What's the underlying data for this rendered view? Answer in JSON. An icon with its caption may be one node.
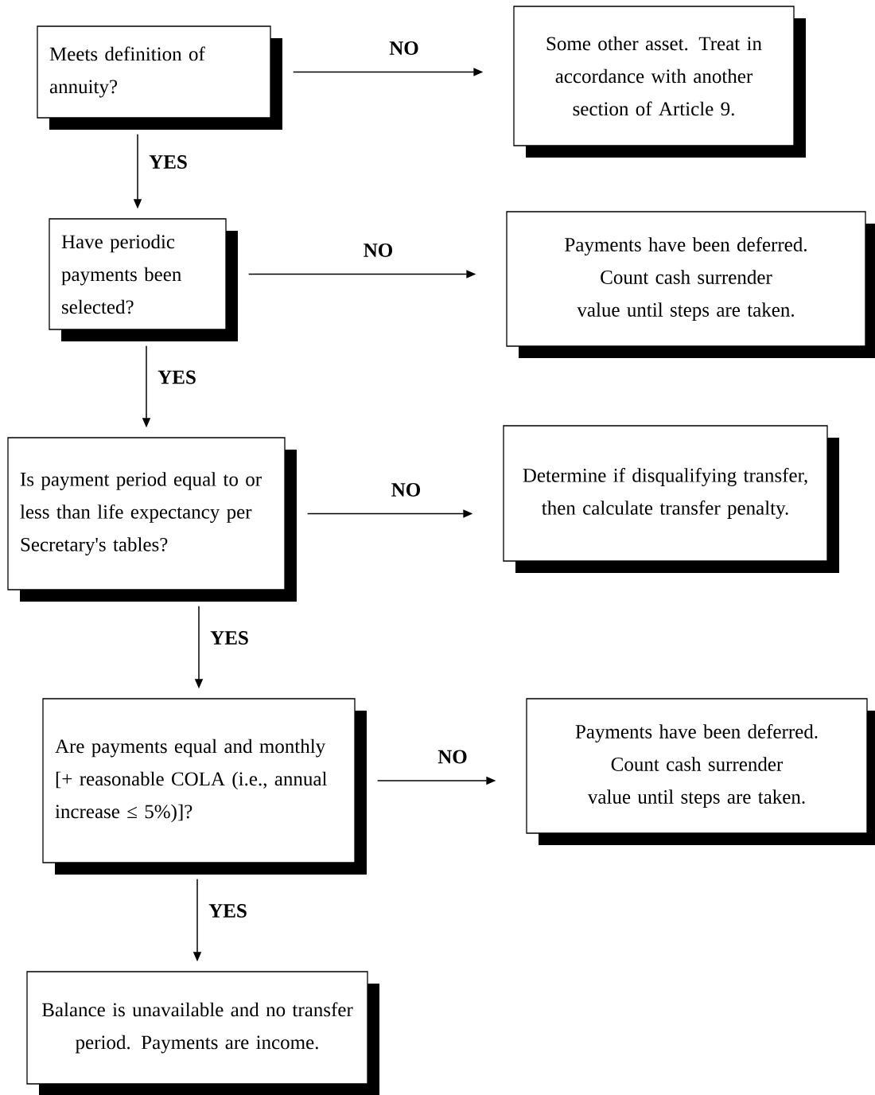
{
  "diagram": {
    "nodes": [
      {
        "text": [
          "Meets definition of annuity?"
        ]
      },
      {
        "text": [
          "Some other asset. Treat in accordance with another section of Article 9."
        ]
      },
      {
        "text": [
          "Have periodic payments been selected?"
        ]
      },
      {
        "text": [
          "Payments have been deferred. Count cash surrender value until steps are taken."
        ]
      },
      {
        "text": [
          "Is payment period equal to or less than life expectancy per Secretary's tables?"
        ]
      },
      {
        "text": [
          "Determine if disqualifying transfer, then calculate transfer penalty."
        ]
      },
      {
        "text": [
          "Are payments equal and monthly [+ reasonable COLA (i.e., annual increase ≤ 5%)]?"
        ]
      },
      {
        "text": [
          "Payments have been deferred. Count cash surrender value until steps are taken."
        ]
      },
      {
        "text": [
          "Balance is unavailable and no transfer period. Payments are income."
        ]
      }
    ],
    "edges": [
      {
        "from": 0,
        "to": 1,
        "arrow": "to",
        "label": "NO"
      },
      {
        "from": 0,
        "to": 2,
        "arrow": "to",
        "label": "YES"
      },
      {
        "from": 2,
        "to": 3,
        "arrow": "to",
        "label": "NO"
      },
      {
        "from": 2,
        "to": 4,
        "arrow": "to",
        "label": "YES"
      },
      {
        "from": 4,
        "to": 5,
        "arrow": "to",
        "label": "NO"
      },
      {
        "from": 4,
        "to": 6,
        "arrow": "to",
        "label": "YES"
      },
      {
        "from": 6,
        "to": 7,
        "arrow": "to",
        "label": "NO"
      },
      {
        "from": 6,
        "to": 8,
        "arrow": "to",
        "label": "YES"
      }
    ]
  }
}
